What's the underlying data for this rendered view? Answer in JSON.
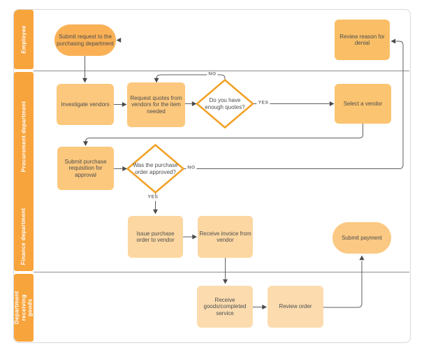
{
  "diagram": {
    "lanes": [
      {
        "label": "Employee"
      },
      {
        "label": "Procurement department"
      },
      {
        "label": "Finance department"
      },
      {
        "label": "Department receiving goods"
      }
    ],
    "nodes": {
      "submit_request": {
        "label": "Submit request to the purchasing department",
        "shape": "stadium",
        "fill": "#FAB156"
      },
      "review_denial": {
        "label": "Review reason for denial",
        "shape": "rect",
        "fill": "#F9BE66"
      },
      "investigate_vendors": {
        "label": "Investigate vendors",
        "shape": "rect",
        "fill": "#FCC87D"
      },
      "request_quotes": {
        "label": "Request quotes from vendors for the item needed",
        "shape": "rect",
        "fill": "#FCC87D"
      },
      "enough_quotes": {
        "label": "Do you have enough quotes?",
        "shape": "diamond",
        "fill": "#FFFFFF"
      },
      "select_vendor": {
        "label": "Select a vendor",
        "shape": "rect",
        "fill": "#FBC471"
      },
      "submit_requisition": {
        "label": "Submit purchase requisition for approval",
        "shape": "rect",
        "fill": "#FCC87D"
      },
      "po_approved": {
        "label": "Was the purchase order approved?",
        "shape": "diamond",
        "fill": "#FFFFFF"
      },
      "issue_po": {
        "label": "Issue purchase order to vendor",
        "shape": "rect",
        "fill": "#FCD7A2"
      },
      "receive_invoice": {
        "label": "Receive invoice from vendor",
        "shape": "rect",
        "fill": "#FCD7A2"
      },
      "submit_payment": {
        "label": "Submit payment",
        "shape": "stadium",
        "fill": "#FBC983"
      },
      "receive_goods": {
        "label": "Receive goods/completed service",
        "shape": "rect",
        "fill": "#FCDCAF"
      },
      "review_order": {
        "label": "Review order",
        "shape": "rect",
        "fill": "#FCDCAF"
      }
    },
    "edge_labels": {
      "no_quotes": "NO",
      "yes_quotes": "YES",
      "no_approved": "NO",
      "yes_approved": "YES"
    },
    "colors": {
      "lane_bar": "#F8A43C",
      "lane_text": "#FFFFFF",
      "connector": "#5C5C5C",
      "arrow": "#4A4A4A",
      "frame_border": "#D8D8D8",
      "lane_divider": "#8E8E8E",
      "diamond_border": "#F2A024",
      "node_text": "#4D4D4D"
    }
  }
}
